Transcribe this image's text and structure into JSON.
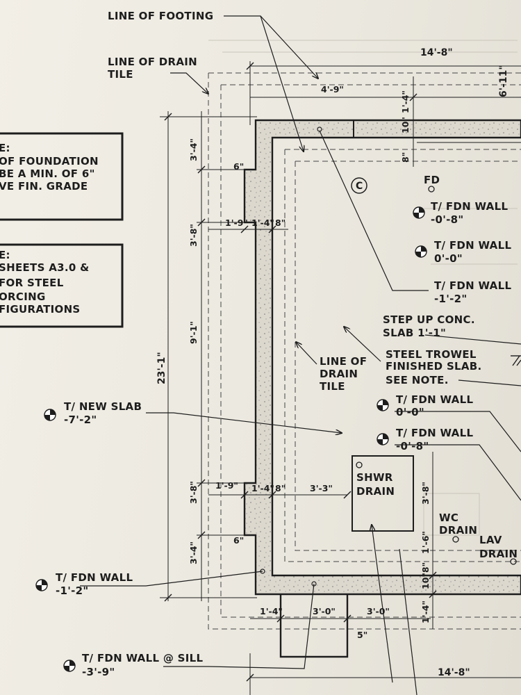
{
  "colors": {
    "ink": "#1d1d1d",
    "paper": "#efece4",
    "concrete": "#d9d5cb"
  },
  "notes": {
    "note1": [
      "E:",
      "OF FOUNDATION",
      "BE A MIN. OF 6\"",
      "VE FIN. GRADE"
    ],
    "note2": [
      "E:",
      "SHEETS A3.0 &",
      "FOR STEEL",
      "ORCING",
      "FIGURATIONS"
    ]
  },
  "callouts": {
    "line_of_footing": "LINE OF FOOTING",
    "line_of_drain_tile": [
      "LINE OF DRAIN",
      "TILE"
    ],
    "line_of_drain_tile_inner": [
      "LINE OF",
      "DRAIN",
      "TILE"
    ],
    "section_mark": "C",
    "fd": "FD",
    "step_up": [
      "STEP UP CONC.",
      "SLAB 1'-1\""
    ],
    "steel_trowel": [
      "STEEL TROWEL",
      "FINISHED SLAB.",
      "SEE NOTE."
    ],
    "shwr_drain": [
      "SHWR",
      "DRAIN"
    ],
    "wc_drain": [
      "WC",
      "DRAIN"
    ],
    "lav_drain": [
      "LAV",
      "DRAIN"
    ]
  },
  "elevations": [
    {
      "id": "e1",
      "label": "T/ FDN WALL",
      "value": "-0'-8\""
    },
    {
      "id": "e2",
      "label": "T/ FDN WALL",
      "value": "0'-0\""
    },
    {
      "id": "e3",
      "label": "T/ FDN WALL",
      "value": "-1'-2\""
    },
    {
      "id": "e4",
      "label": "T/ FDN WALL",
      "value": "0'-0\""
    },
    {
      "id": "e5",
      "label": "T/ FDN WALL",
      "value": "-0'-8\""
    },
    {
      "id": "e6",
      "label": "T/ NEW SLAB",
      "value": "-7'-2\""
    },
    {
      "id": "e7",
      "label": "T/ FDN WALL",
      "value": "-1'-2\""
    },
    {
      "id": "e8",
      "label": "T/ FDN WALL @ SILL",
      "value": "-3'-9\""
    }
  ],
  "dimensions": {
    "top_overall": "14'-8\"",
    "bottom_overall": "14'-8\"",
    "top_right": "6'-11\"",
    "d4_9": "4'-9\"",
    "d1_4_top": "1'-4\"",
    "d10": "10\"",
    "d8_top": "8\"",
    "left_overall": "23'-1\"",
    "l3_4a": "3'-4\"",
    "l3_8a": "3'-8\"",
    "l9_1": "9'-1\"",
    "l3_8b": "3'-8\"",
    "l3_4b": "3'-4\"",
    "d6a": "6\"",
    "d6b": "6\"",
    "d1_9a": "1'-9\"",
    "d1_4a": "1'-4\"",
    "d8a": "8\"",
    "d1_9b": "1'-9\"",
    "d1_4b": "1'-4\"",
    "d8b": "8\"",
    "d3_3": "3'-3\"",
    "r3_8": "3'-8\"",
    "r1_6": "1'-6\"",
    "r10_8": "10\"8\"",
    "r1_4": "1'-4\"",
    "b1_4": "1'-4\"",
    "b3_0a": "3'-0\"",
    "b3_0b": "3'-0\"",
    "b5": "5\""
  }
}
